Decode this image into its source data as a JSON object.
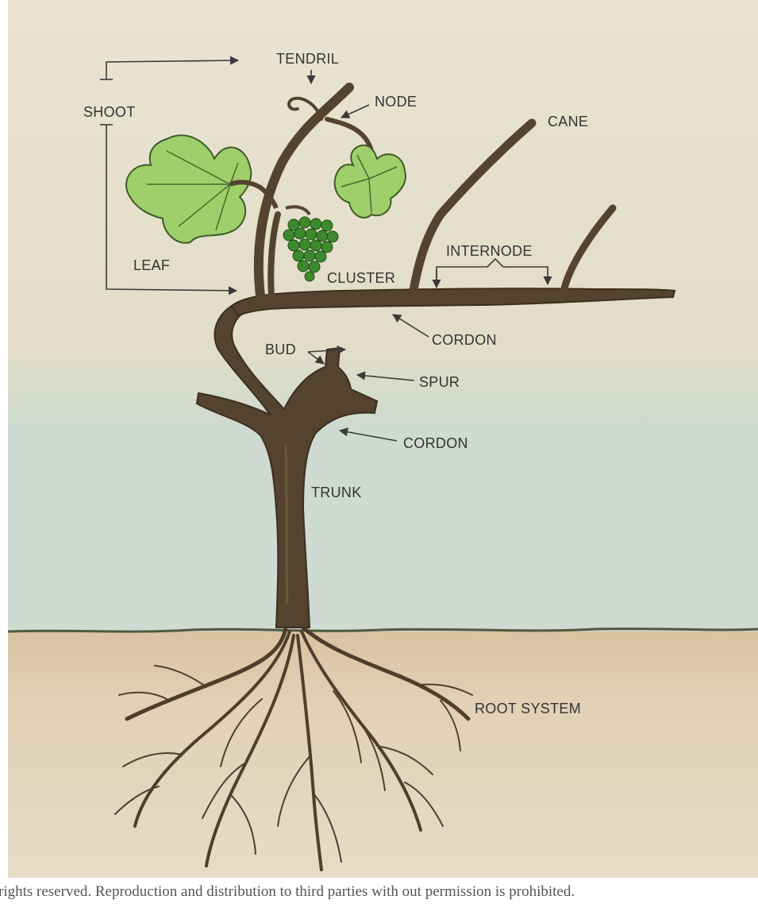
{
  "labels": {
    "tendril": "TENDRIL",
    "node": "NODE",
    "shoot": "SHOOT",
    "cane": "CANE",
    "leaf": "LEAF",
    "cluster": "CLUSTER",
    "internode": "INTERNODE",
    "cordon_upper": "CORDON",
    "bud": "BUD",
    "spur": "SPUR",
    "cordon_lower": "CORDON",
    "trunk": "TRUNK",
    "root_system": "ROOT SYSTEM"
  },
  "copyright": "rights reserved. Reproduction and distribution to third parties with out permission is prohibited.",
  "colors": {
    "background_sky": "#e6e1cc",
    "background_soil": "#ddccb0",
    "wood": "#54442f",
    "leaf": "#9fcf6a",
    "grape": "#3d8a2c"
  }
}
